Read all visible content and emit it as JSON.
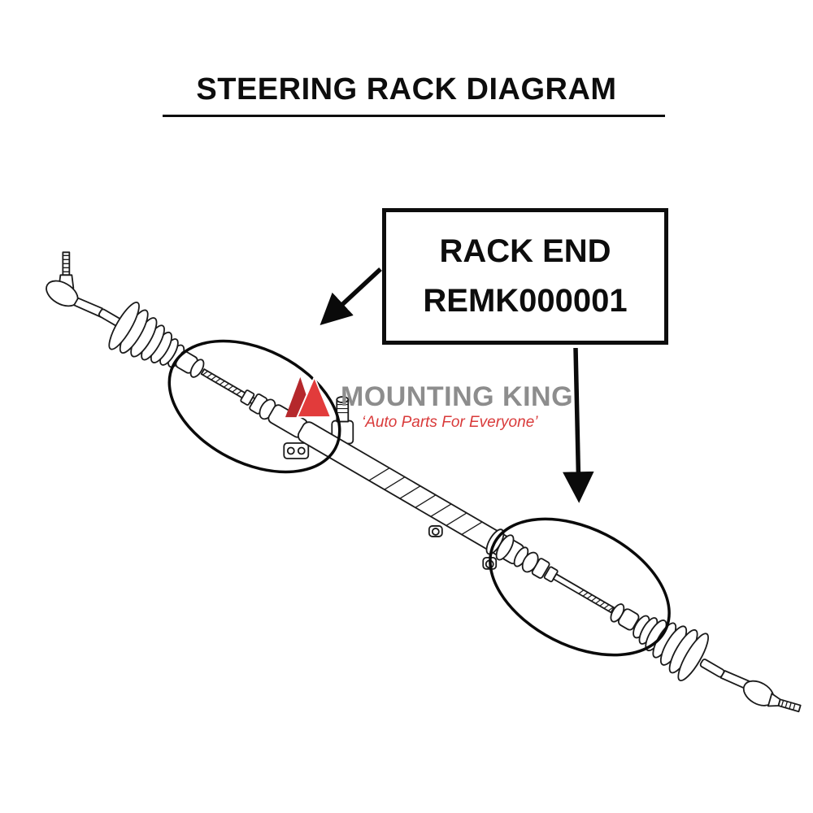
{
  "page": {
    "title": "STEERING RACK DIAGRAM",
    "background": "#ffffff"
  },
  "callout": {
    "part_name": "RACK END",
    "part_number": "REMK000001"
  },
  "watermark": {
    "brand": "MOUNTING KING",
    "tagline": "‘Auto Parts For Everyone’",
    "logo": "mountain-m-logo",
    "brand_color": "#8d8d8d",
    "accent_color": "#d93a3a"
  },
  "diagram": {
    "subject": "steering-rack-assembly",
    "highlighted_parts": [
      "inner-tie-rod-left",
      "inner-tie-rod-right"
    ],
    "line_color": "#1a1a1a",
    "highlight_color": "#0a0a0a"
  }
}
